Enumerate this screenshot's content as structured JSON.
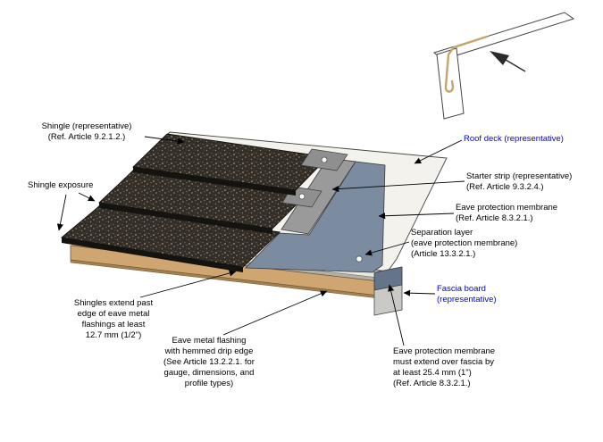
{
  "figure": {
    "type": "construction-detail-diagram",
    "subject": "roof-eave-shingle-assembly",
    "labels": {
      "shingle": "Shingle (representative)\n(Ref. Article 9.2.1.2.)",
      "shingle_exposure": "Shingle exposure",
      "roof_deck": "Roof deck (representative)",
      "starter_strip": "Starter strip (representative)\n(Ref. Article 9.3.2.4.)",
      "eave_protection_membrane": "Eave protection membrane\n(Ref. Article 8.3.2.1.)",
      "separation_layer": "Separation layer\n(eave protection membrane)\n(Article 13.3.2.1.)",
      "fascia_board": "Fascia board\n(representative)",
      "shingles_extend": "Shingles extend past\nedge of eave metal\nflashings at least\n12.7 mm (1/2\")",
      "eave_metal_flashing": "Eave metal flashing\nwith hemmed drip edge\n(See Article 13.2.2.1. for\ngauge, dimensions, and\nprofile types)",
      "membrane_over_fascia": "Eave protection membrane\nmust extend over fascia by\nat least 25.4 mm (1\")\n(Ref. Article 8.3.2.1.)"
    },
    "colors": {
      "reference_label_blue": "#0000e0",
      "annotation_text": "#000000",
      "shingle_granular": "#312d28",
      "eave_protection_membrane": "#7b8ba0",
      "membrane_over_fascia": "#64758a",
      "roof_deck": "#f3f2ec",
      "eave_flashing_tan": "#cfa672",
      "flashing_hem": "#a5814e",
      "fascia_board": "#c9c9c5",
      "starter_strip": "#9a9a9a"
    }
  }
}
